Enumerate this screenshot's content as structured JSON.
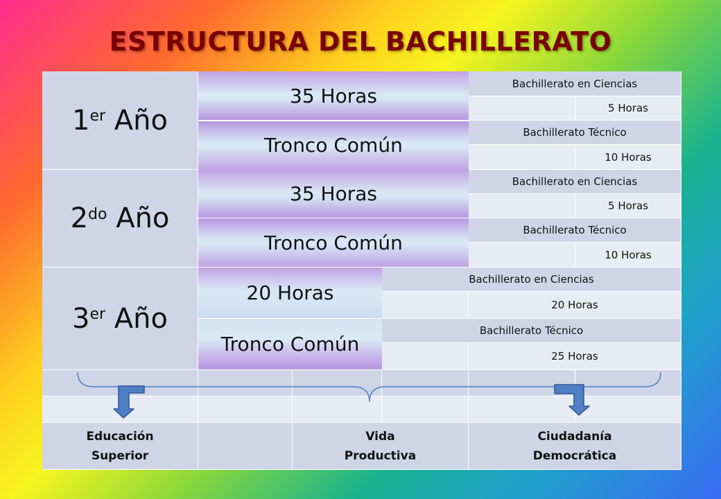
{
  "title": "ESTRUCTURA DEL BACHILLERATO",
  "years": [
    {
      "number": "1",
      "suffix": "er",
      "label": "Año",
      "hours": "35 Horas",
      "tronco": "Tronco Común",
      "ciencias": "Bachillerato en Ciencias",
      "ciencias_hours": "5 Horas",
      "tecnico": "Bachillerato Técnico",
      "tecnico_hours": "10 Horas"
    },
    {
      "number": "2",
      "suffix": "do",
      "label": "Año",
      "hours": "35 Horas",
      "tronco": "Tronco Común",
      "ciencias": "Bachillerato en Ciencias",
      "ciencias_hours": "5 Horas",
      "tecnico": "Bachillerato Técnico",
      "tecnico_hours": "10 Horas"
    },
    {
      "number": "3",
      "suffix": "er",
      "label": "Año",
      "hours": "20 Horas",
      "tronco": "Tronco Común",
      "ciencias": "Bachillerato en Ciencias",
      "ciencias_hours": "20 Horas",
      "tecnico": "Bachillerato Técnico",
      "tecnico_hours": "25 Horas"
    }
  ],
  "outcomes": [
    {
      "line1": "Educación",
      "line2": "Superior"
    },
    {
      "line1": "Vida",
      "line2": "Productiva"
    },
    {
      "line1": "Ciudadanía",
      "line2": "Democrática"
    }
  ],
  "colors": {
    "title": "#7a0000",
    "cell_dark": "#cfd5e6",
    "cell_light": "#e7ebf4",
    "gradient_purple": "#b996e0",
    "arrow_fill": "#4f7fc4",
    "arrow_stroke": "#2f5597"
  },
  "icons": [
    "arrow-down-left-icon",
    "arrow-down-right-icon",
    "curly-brace-icon"
  ]
}
